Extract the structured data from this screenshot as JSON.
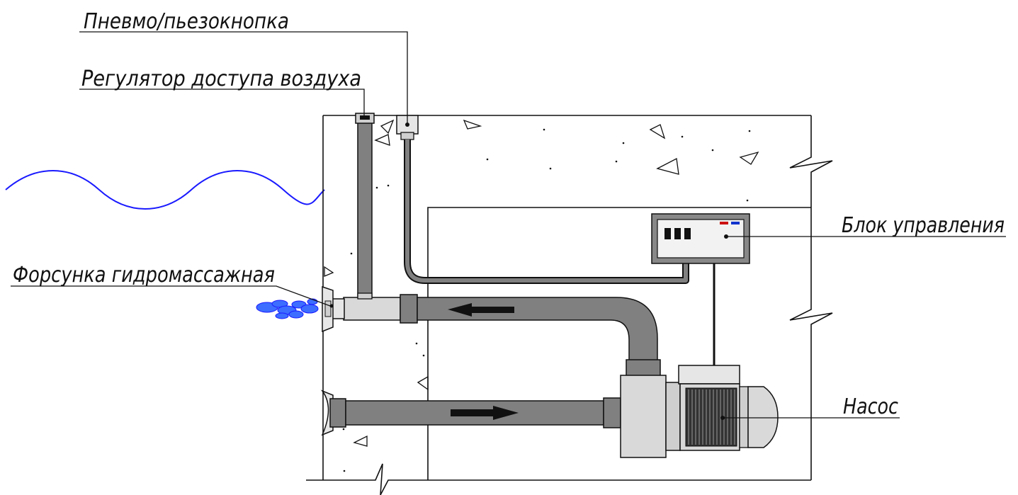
{
  "labels": {
    "pneumo_button": "Пневмо/пьезокнопка",
    "air_regulator": "Регулятор доступа воздуха",
    "nozzle": "Форсунка гидромассажная",
    "control_unit": "Блок управления",
    "pump": "Насос"
  },
  "colors": {
    "pipe": "#808080",
    "pipe_light": "#cfcfcf",
    "outline": "#111111",
    "water_wave": "#1a1aff",
    "bubbles": "#3c6dff",
    "led_red": "#cc1111",
    "led_blue": "#1133cc"
  },
  "icons": {
    "flow_arrow": "arrow-left / arrow-right",
    "wall": "concrete-section"
  }
}
